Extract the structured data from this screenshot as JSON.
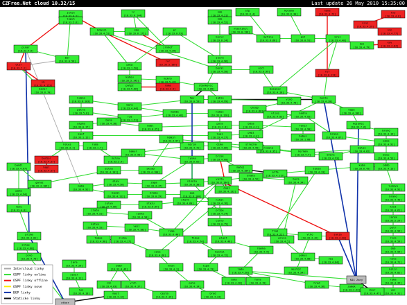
{
  "header": {
    "title": "CZFree.Net cloud 10.32/15",
    "updated": "Last update 26 May 2010 15:35:00"
  },
  "colors": {
    "intercloud": "#a9a9a9",
    "online": "#33dd33",
    "offline": "#ee1111",
    "new": "#ffee00",
    "bgp": "#1133aa",
    "static": "#111111",
    "node_online": "#33ee33",
    "node_offline": "#ee2222",
    "node_gray": "#bbbbbb"
  },
  "legend": [
    {
      "key": "intercloud",
      "label": "Intercloud linky"
    },
    {
      "key": "online",
      "label": "OSPF linky online"
    },
    {
      "key": "offline",
      "label": "OSPF linky offline"
    },
    {
      "key": "new",
      "label": "OSPF linky nove"
    },
    {
      "key": "bgp",
      "label": "BGP linky"
    },
    {
      "key": "static",
      "label": "Staticke linky"
    }
  ],
  "nodes": [
    {
      "id": "n1",
      "name": "jelen",
      "ip": "10.33.0.2"
    },
    {
      "id": "n2",
      "name": "lc",
      "ip": "10.33.6.144"
    },
    {
      "id": "n3",
      "name": "kdo",
      "ip": "10.33.4.21"
    },
    {
      "id": "n4",
      "name": "stp",
      "ip": "10.33.6.4"
    },
    {
      "id": "n5",
      "name": "kolomo",
      "ip": "10.33.6.30"
    },
    {
      "id": "n6",
      "name": "nona",
      "ip": "10.33.4.73"
    },
    {
      "id": "n7",
      "name": "lopuh",
      "ip": "10.33.5.6"
    },
    {
      "id": "n8",
      "name": "kdo",
      "ip": "10.33.4.52"
    },
    {
      "id": "n9",
      "name": "bdarol",
      "ip": "10.33.4.51"
    },
    {
      "id": "n10",
      "name": "kdo",
      "ip": "10.33.6.175"
    },
    {
      "id": "n11",
      "name": "pr",
      "ip": "10.33.0.93"
    },
    {
      "id": "n12",
      "name": "boruc",
      "ip": "10.33.6.24"
    },
    {
      "id": "n13",
      "name": "vlastimil",
      "ip": "10.33.0.136"
    },
    {
      "id": "n14",
      "name": "mytiny",
      "ip": "10.33.6.66"
    },
    {
      "id": "n15",
      "name": "pst",
      "ip": "10.33.0.91"
    },
    {
      "id": "n16",
      "name": "kruj",
      "ip": "10.33.4.40"
    },
    {
      "id": "n17",
      "name": "kruj",
      "ip": "10.33.4.29"
    },
    {
      "id": "n18",
      "name": "tvo",
      "ip": "10.33.4.8"
    },
    {
      "id": "n19",
      "name": "nin",
      "ip": "10.33.4.77"
    },
    {
      "id": "n20",
      "name": "kov",
      "ip": "10.33.4.84"
    },
    {
      "id": "n21",
      "name": "kol",
      "ip": "10.33.4.79"
    },
    {
      "id": "n22",
      "name": "pinar",
      "ip": "10.33.4.6"
    },
    {
      "id": "n23",
      "name": "zrnhof",
      "ip": "10.33.4.39"
    },
    {
      "id": "n24",
      "name": "rvr",
      "ip": "10.33.5.189"
    },
    {
      "id": "n25",
      "name": "bor",
      "ip": "10.33.0.56"
    },
    {
      "id": "n26",
      "name": "eler",
      "ip": "10.33.7.2"
    },
    {
      "id": "n27",
      "name": "palp",
      "ip": "10.33.1.50"
    },
    {
      "id": "n28",
      "name": "kohou",
      "ip": "10.33.5.145"
    },
    {
      "id": "n29",
      "name": "mikro",
      "ip": "10.33.5.42"
    },
    {
      "id": "n30",
      "name": "joura",
      "ip": "10.33.4.96"
    },
    {
      "id": "n31",
      "name": "boral",
      "ip": "10.33.4.50"
    },
    {
      "id": "n32",
      "name": "ujcl",
      "ip": "10.33.0.99"
    },
    {
      "id": "n33",
      "name": "ref",
      "ip": "10.33.0.174"
    },
    {
      "id": "n34",
      "name": "palp2",
      "ip": "10.33.5.66"
    },
    {
      "id": "n35",
      "name": "roma",
      "ip": "10.33.3.5"
    },
    {
      "id": "n36",
      "name": "stankovic",
      "ip": "10.33.4.89"
    },
    {
      "id": "n37",
      "name": "basanec",
      "ip": "10.33.4.10"
    },
    {
      "id": "n38",
      "name": "sm",
      "ip": "10.33.4.153"
    },
    {
      "id": "n39",
      "name": "bozar",
      "ip": "10.33.6.70"
    },
    {
      "id": "n40",
      "name": "kumna",
      "ip": "10.33.6.103"
    },
    {
      "id": "n41",
      "name": "bara",
      "ip": "10.33.4.44"
    },
    {
      "id": "n42",
      "name": "tpv",
      "ip": "10.33.0.53"
    },
    {
      "id": "n43",
      "name": "jablo",
      "ip": "10.33.4.99"
    },
    {
      "id": "n44",
      "name": "mesto",
      "ip": "10.33.4.20"
    },
    {
      "id": "n45",
      "name": "petra",
      "ip": "10.33.5.8"
    },
    {
      "id": "n46",
      "name": "rzd",
      "ip": "10.33.1.51"
    },
    {
      "id": "n47",
      "name": "manda",
      "ip": "10.33.4.48"
    },
    {
      "id": "n48",
      "name": "nemoc",
      "ip": "10.33.0.120"
    },
    {
      "id": "n49",
      "name": "kopa",
      "ip": "10.33.4.103"
    },
    {
      "id": "n50",
      "name": "alpha",
      "ip": "10.33.0.17"
    },
    {
      "id": "n51",
      "name": "bora",
      "ip": "10.33.4.38"
    },
    {
      "id": "n52",
      "name": "bubl",
      "ip": "10.33.0.25"
    },
    {
      "id": "n53",
      "name": "pola",
      "ip": "10.33.2.8"
    },
    {
      "id": "n54",
      "name": "bdsa",
      "ip": "10.33.4.1"
    },
    {
      "id": "n55",
      "name": "fenix",
      "ip": "10.33.4.90"
    },
    {
      "id": "n56",
      "name": "kauf",
      "ip": "10.33.1.12"
    },
    {
      "id": "n57",
      "name": "lupi",
      "ip": "10.33.4.27"
    },
    {
      "id": "n58",
      "name": "papi",
      "ip": "10.33.4.4"
    },
    {
      "id": "n59",
      "name": "bubus",
      "ip": "10.33.1.88"
    },
    {
      "id": "n60",
      "name": "kojenec",
      "ip": "10.33.7.6"
    },
    {
      "id": "n61",
      "name": "bruno",
      "ip": "10.33.4.16"
    },
    {
      "id": "n62",
      "name": "holes",
      "ip": "10.33.3.1"
    },
    {
      "id": "n63",
      "name": "ruda",
      "ip": "10.33.1.7"
    },
    {
      "id": "n64",
      "name": "milna",
      "ip": "10.33.2.9"
    },
    {
      "id": "n65",
      "name": "bakur",
      "ip": "10.33.6.90"
    },
    {
      "id": "n66",
      "name": "mirim",
      "ip": "10.33.4.41"
    },
    {
      "id": "n67",
      "name": "dima",
      "ip": "10.33.4.86"
    },
    {
      "id": "n68",
      "name": "ruzena",
      "ip": "10.33.0.35"
    },
    {
      "id": "n69",
      "name": "herman",
      "ip": "10.33.4.4"
    },
    {
      "id": "n70",
      "name": "belos",
      "ip": "10.33.4.62"
    },
    {
      "id": "n71",
      "name": "bzuc",
      "ip": "10.33.4.53"
    },
    {
      "id": "n72",
      "name": "barbor",
      "ip": "10.33.4.57"
    },
    {
      "id": "n73",
      "name": "hopl",
      "ip": "10.33.4.57"
    },
    {
      "id": "n74",
      "name": "bandl",
      "ip": "10.33.4.67"
    },
    {
      "id": "n75",
      "name": "lyska",
      "ip": "10.33.6.62"
    },
    {
      "id": "n76",
      "name": "brzsk",
      "ip": "10.33.4.60"
    },
    {
      "id": "n77",
      "name": "matej",
      "ip": "10.33.4.104"
    },
    {
      "id": "n78",
      "name": "alfa",
      "ip": "10.33.4.112"
    },
    {
      "id": "n79",
      "name": "tenzo",
      "ip": "10.33.4.33"
    },
    {
      "id": "n80",
      "name": "kuba",
      "ip": "10.33.6.45"
    },
    {
      "id": "n81",
      "name": "oddo",
      "ip": "10.33.4.13"
    },
    {
      "id": "n82",
      "name": "pata",
      "ip": "10.33.4.94"
    },
    {
      "id": "n83",
      "name": "mobs",
      "ip": "10.33.4.92"
    },
    {
      "id": "n84",
      "name": "alev",
      "ip": "10.33.4.56"
    },
    {
      "id": "n85",
      "name": "zapa",
      "ip": "10.33.4.47"
    },
    {
      "id": "n86",
      "name": "nikola",
      "ip": "10.33.0.30"
    },
    {
      "id": "n87",
      "name": "vajta",
      "ip": "10.33.6.104"
    },
    {
      "id": "n88",
      "name": "drahy",
      "ip": "10.33.4.52"
    },
    {
      "id": "n89",
      "name": "bura",
      "ip": "10.33.4.34"
    },
    {
      "id": "n90",
      "name": "dupi",
      "ip": "10.33.4.132"
    },
    {
      "id": "n91",
      "name": "bazal",
      "ip": "10.33.4.112"
    },
    {
      "id": "n92",
      "name": "brebe",
      "ip": "10.33.0.29"
    },
    {
      "id": "n93",
      "name": "ewa",
      "ip": "10.33.6.100"
    },
    {
      "id": "n94",
      "name": "zelva",
      "ip": "10.33.4.86"
    },
    {
      "id": "n95",
      "name": "stazu",
      "ip": "10.33.6.69"
    },
    {
      "id": "n96",
      "name": "stark",
      "ip": "10.33.4.60"
    },
    {
      "id": "n97",
      "name": "nihal",
      "ip": "10.33.4.76"
    },
    {
      "id": "n98",
      "name": "lukova",
      "ip": "10.33.4.92"
    },
    {
      "id": "n99",
      "name": "brano",
      "ip": "10.33.4.45"
    },
    {
      "id": "n100",
      "name": "rene",
      "ip": "10.33.4.8"
    },
    {
      "id": "n101",
      "name": "zlata",
      "ip": "10.33.4.51"
    },
    {
      "id": "n102",
      "name": "lenka",
      "ip": "10.33.4.94"
    },
    {
      "id": "n103",
      "name": "pribe",
      "ip": "10.33.4.24"
    },
    {
      "id": "n104",
      "name": "kvet",
      "ip": "10.33.4.61"
    },
    {
      "id": "n105",
      "name": "kotva",
      "ip": "10.33.4.55"
    },
    {
      "id": "n106",
      "name": "vesi",
      "ip": "10.33.4.102"
    },
    {
      "id": "n107",
      "name": "ruma",
      "ip": "10.33.6.40"
    },
    {
      "id": "n108",
      "name": "cerny",
      "ip": "10.33.0.75"
    },
    {
      "id": "n109",
      "name": "fraj",
      "ip": "10.33.4.22"
    },
    {
      "id": "n110",
      "name": "vlho",
      "ip": "10.33.4.42"
    },
    {
      "id": "n111",
      "name": "sanja",
      "ip": "10.33.4.30"
    },
    {
      "id": "n112",
      "name": "jarek",
      "ip": "10.33.5.29"
    },
    {
      "id": "n113",
      "name": "petr",
      "ip": "10.33.4.96"
    },
    {
      "id": "n114",
      "name": "tomas",
      "ip": "10.33.4.98"
    },
    {
      "id": "n115",
      "name": "zizka",
      "ip": "10.33.4.17"
    },
    {
      "id": "n116",
      "name": "fikus",
      "ip": "10.33.4.74"
    },
    {
      "id": "n117",
      "name": "plant",
      "ip": "10.33.4.46"
    },
    {
      "id": "n118",
      "name": "gruza",
      "ip": "10.33.4.5"
    },
    {
      "id": "n119",
      "name": "rico",
      "ip": "10.33.4.59"
    },
    {
      "id": "n120",
      "name": "dub",
      "ip": "10.33.4.56"
    },
    {
      "id": "n121",
      "name": "prima",
      "ip": "10.33.4.81"
    },
    {
      "id": "n122",
      "name": "sova",
      "ip": "10.33.4.66"
    },
    {
      "id": "n123",
      "name": "kostel",
      "ip": "10.33.4.72"
    },
    {
      "id": "n124",
      "name": "hanka",
      "ip": "10.33.4.9"
    },
    {
      "id": "n125",
      "name": "pokus",
      "ip": "10.33.4.88"
    },
    {
      "id": "n126",
      "name": "nova",
      "ip": "10.33.4.71"
    },
    {
      "id": "n127",
      "name": "jara",
      "ip": "10.33.4.26"
    },
    {
      "id": "n128",
      "name": "bobr",
      "ip": "10.33.4.49"
    },
    {
      "id": "n129",
      "name": "mlyn",
      "ip": "10.33.4.3"
    },
    {
      "id": "n130",
      "name": "lipa",
      "ip": "10.33.4.73"
    },
    {
      "id": "n131",
      "name": "lada",
      "ip": "10.33.4.58"
    },
    {
      "id": "n132",
      "name": "kolin",
      "ip": "10.33.4.82"
    },
    {
      "id": "n133",
      "name": "sever",
      "ip": "10.33.4.11"
    },
    {
      "id": "n134",
      "name": "jih",
      "ip": "10.33.4.63"
    },
    {
      "id": "n135",
      "name": "vrch",
      "ip": "10.33.4.37"
    },
    {
      "id": "n136",
      "name": "pole",
      "ip": "10.33.4.14"
    },
    {
      "id": "n137",
      "name": "luka",
      "ip": "10.33.4.28"
    },
    {
      "id": "n138",
      "name": "hora",
      "ip": "10.33.4.19"
    },
    {
      "id": "n139",
      "name": "reka",
      "ip": "10.33.4.35"
    },
    {
      "id": "n140",
      "name": "les",
      "ip": "10.33.4.18"
    },
    {
      "id": "n141",
      "name": "most",
      "ip": "10.33.4.12"
    },
    {
      "id": "n142",
      "name": "cesta",
      "ip": "10.33.4.15"
    },
    {
      "id": "n143",
      "name": "brod",
      "ip": "10.33.4.23"
    },
    {
      "id": "n144",
      "name": "vez",
      "ip": "10.33.4.31"
    },
    {
      "id": "n145",
      "name": "hrad",
      "ip": "10.33.4.36"
    },
    {
      "id": "n146",
      "name": "zamek",
      "ip": "10.33.4.43"
    },
    {
      "id": "n147",
      "name": "dvur",
      "ip": "10.33.4.47"
    },
    {
      "id": "n148",
      "name": "mesto2",
      "ip": "10.33.4.54"
    },
    {
      "id": "n149",
      "name": "ves",
      "ip": "10.33.4.64"
    },
    {
      "id": "n150",
      "name": "sklep",
      "ip": "10.33.4.68"
    },
    {
      "id": "n151",
      "name": "pivo",
      "ip": "10.33.4.70"
    },
    {
      "id": "n152",
      "name": "vino",
      "ip": "10.33.4.78"
    },
    {
      "id": "n153",
      "name": "chleb",
      "ip": "10.33.4.80"
    },
    {
      "id": "n154",
      "name": "ulice",
      "ip": "10.33.4.83"
    },
    {
      "id": "n155",
      "name": "nadra",
      "ip": "10.33.4.85"
    },
    {
      "id": "n156",
      "name": "brana",
      "ip": "10.33.4.87"
    },
    {
      "id": "n157",
      "name": "okno",
      "ip": "10.33.4.91"
    },
    {
      "id": "n158",
      "name": "dvere",
      "ip": "10.33.4.93"
    },
    {
      "id": "n159",
      "name": "strecha",
      "ip": "10.33.4.95"
    },
    {
      "id": "n160",
      "name": "komin",
      "ip": "10.33.4.97"
    },
    {
      "id": "n161",
      "name": "sklad",
      "ip": "10.33.4.100"
    },
    {
      "id": "n162",
      "name": "dilna",
      "ip": "10.33.4.101"
    },
    {
      "id": "n163",
      "name": "garaz",
      "ip": "10.33.4.105"
    },
    {
      "id": "n164",
      "name": "NIX Zany",
      "ip": ""
    },
    {
      "id": "n165",
      "name": "ether",
      "ip": ""
    }
  ]
}
